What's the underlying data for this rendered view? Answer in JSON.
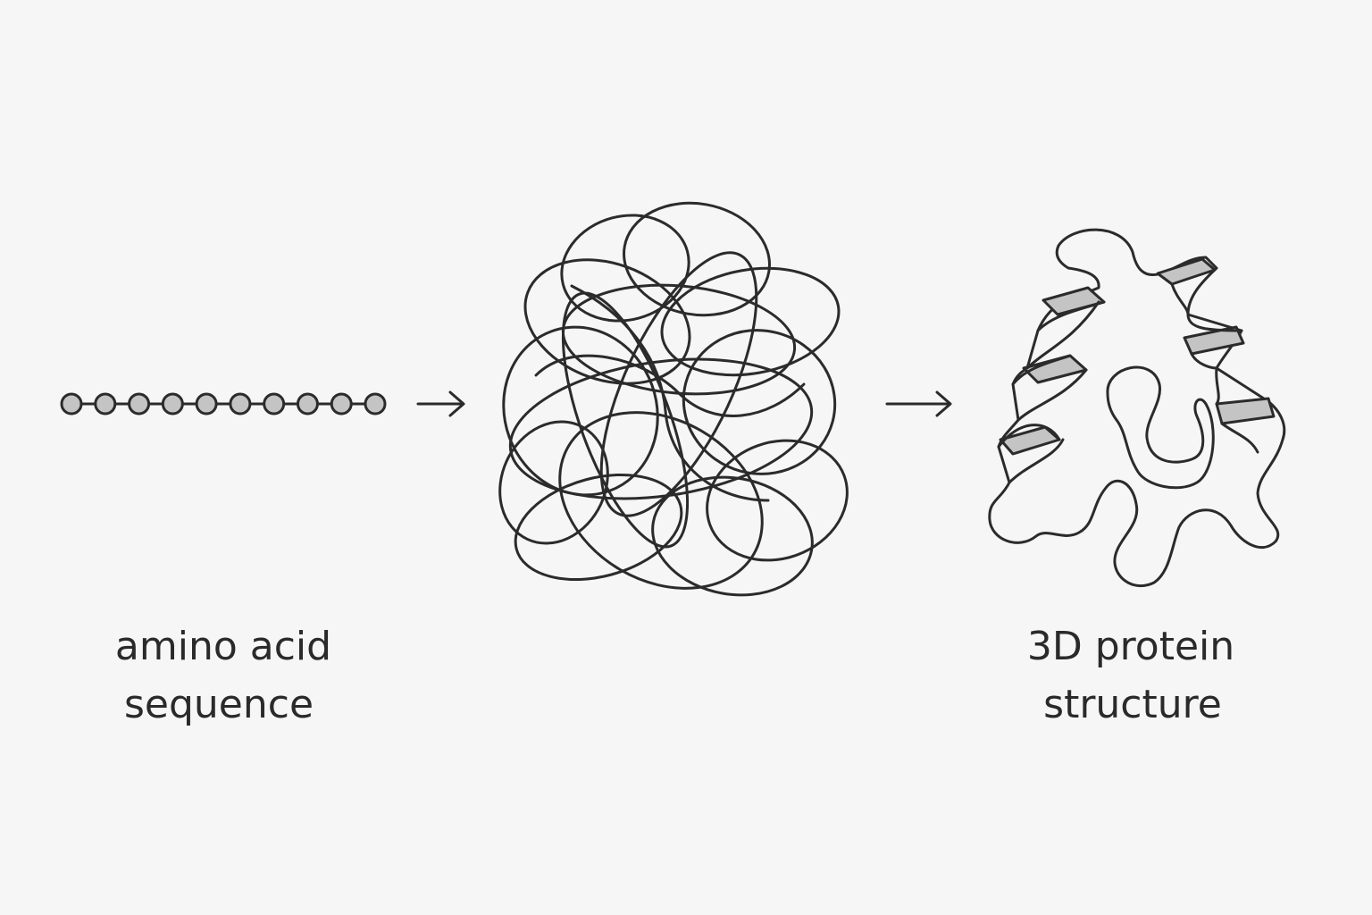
{
  "labels": {
    "left_line1": "amino acid",
    "left_line2": "sequence",
    "right_line1": "3D protein",
    "right_line2": "structure"
  },
  "sequence": {
    "bead_count": 10
  },
  "colors": {
    "background": "#f6f6f6",
    "ink": "#2b2b2b",
    "bead_fill": "#c4c4c4"
  }
}
